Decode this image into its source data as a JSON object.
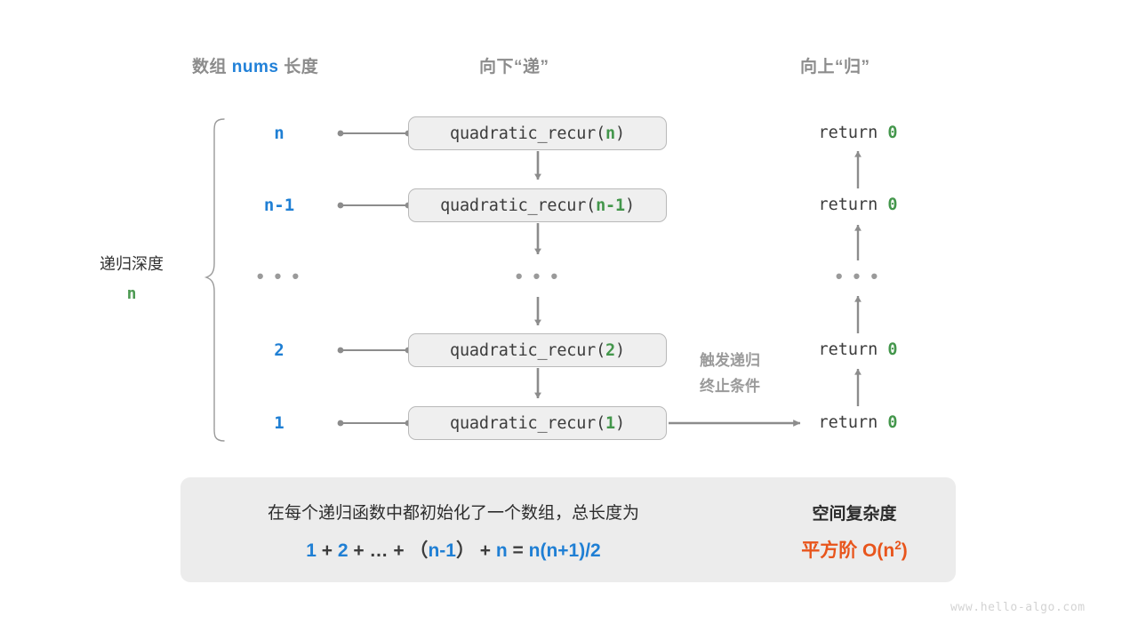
{
  "headers": {
    "left": {
      "prefix": "数组 ",
      "code": "nums",
      "suffix": " 长度"
    },
    "middle": "向下“递”",
    "right": "向上“归”"
  },
  "brace": {
    "caption": "递归深度",
    "caption_value": "n"
  },
  "rows": [
    {
      "depth": "n",
      "call_prefix": "quadratic_recur(",
      "call_arg": "n",
      "call_suffix": ")",
      "return_prefix": "return ",
      "return_value": "0"
    },
    {
      "depth": "n-1",
      "call_prefix": "quadratic_recur(",
      "call_arg": "n-1",
      "call_suffix": ")",
      "return_prefix": "return ",
      "return_value": "0"
    },
    {
      "depth": "...",
      "call_prefix": "",
      "call_arg": "",
      "call_suffix": "",
      "return_prefix": "",
      "return_value": ""
    },
    {
      "depth": "2",
      "call_prefix": "quadratic_recur(",
      "call_arg": "2",
      "call_suffix": ")",
      "return_prefix": "return ",
      "return_value": "0"
    },
    {
      "depth": "1",
      "call_prefix": "quadratic_recur(",
      "call_arg": "1",
      "call_suffix": ")",
      "return_prefix": "return ",
      "return_value": "0"
    }
  ],
  "ellipsis": {
    "depth": "• • •",
    "middle": "• • •",
    "right": "• • •"
  },
  "annotation": {
    "line1": "触发递归",
    "line2": "终止条件"
  },
  "summary": {
    "text": "在每个递归函数中都初始化了一个数组，总长度为",
    "formula": {
      "t1": "1",
      "op1": " + ",
      "t2": "2",
      "op2": " + … + （",
      "t3": "n-1",
      "op3": "） + ",
      "t4": "n",
      "op4": " = ",
      "t5": "n(n+1)/2"
    },
    "title": "空间复杂度",
    "result_prefix": "平方阶 ",
    "result_code": "O(n",
    "result_sup": "2",
    "result_tail": ")"
  },
  "watermark": "www.hello-algo.com",
  "colors": {
    "blue": "#1f7fd4",
    "green": "#43964b",
    "orange": "#e8551c",
    "gray_text": "#8c8c8c",
    "arrow": "#8c8c8c",
    "box_fill": "#efefef",
    "box_border": "#b9b9b9",
    "summary_fill": "#ececec"
  }
}
